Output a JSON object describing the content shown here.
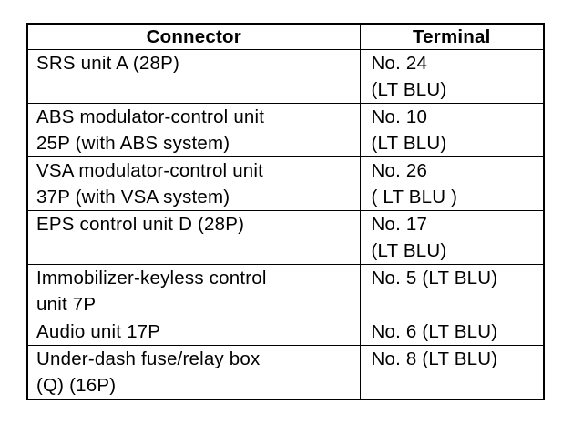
{
  "table": {
    "headers": {
      "connector": "Connector",
      "terminal": "Terminal"
    },
    "rows": [
      {
        "connector": [
          "SRS unit A (28P)"
        ],
        "terminal": [
          "No. 24",
          "(LT BLU)"
        ]
      },
      {
        "connector": [
          "ABS modulator-control unit",
          "25P (with ABS system)"
        ],
        "terminal": [
          "No. 10",
          "(LT BLU)"
        ]
      },
      {
        "connector": [
          "VSA modulator-control unit",
          "37P (with VSA system)"
        ],
        "terminal": [
          "No. 26",
          "( LT BLU )"
        ]
      },
      {
        "connector": [
          "EPS control unit D (28P)"
        ],
        "terminal": [
          "No. 17",
          "(LT BLU)"
        ]
      },
      {
        "connector": [
          "Immobilizer-keyless control",
          "unit 7P"
        ],
        "terminal": [
          "No. 5 (LT BLU)"
        ]
      },
      {
        "connector": [
          "Audio unit 17P"
        ],
        "terminal": [
          "No. 6 (LT BLU)"
        ]
      },
      {
        "connector": [
          "Under-dash fuse/relay box",
          "(Q) (16P)"
        ],
        "terminal": [
          "No. 8 (LT BLU)"
        ]
      }
    ]
  }
}
